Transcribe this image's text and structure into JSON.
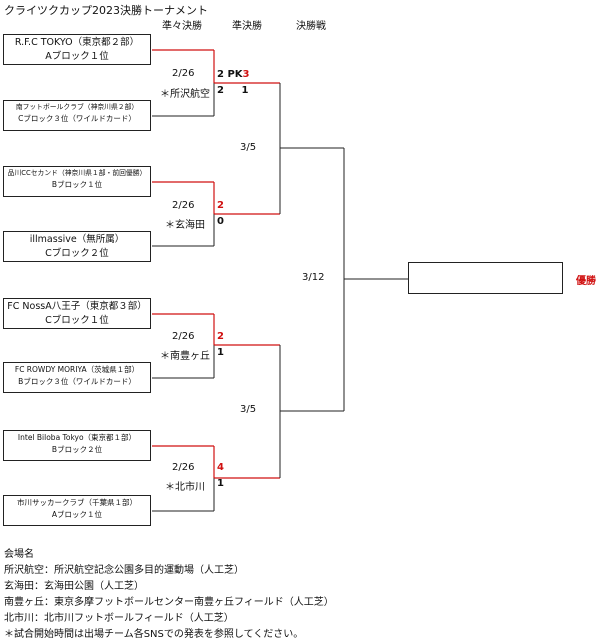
{
  "title": "クライツクカップ2023決勝トーナメント",
  "round_headers": {
    "quarter": "準々決勝",
    "semi": "準決勝",
    "final": "決勝戦"
  },
  "teams": [
    {
      "name": "R.F.C TOKYO（東京都２部）",
      "block": "Aブロック１位"
    },
    {
      "name": "南フットボールクラブ（神奈川県２部）",
      "block": "Cブロック３位（ワイルドカード）"
    },
    {
      "name": "品川CCセカンド（神奈川県１部・前回優勝）",
      "block": "Bブロック１位"
    },
    {
      "name": "illmassive（無所属）",
      "block": "Cブロック２位"
    },
    {
      "name": "FC NossA八王子（東京都３部）",
      "block": "Cブロック１位"
    },
    {
      "name": "FC ROWDY MORIYA（茨城県１部）",
      "block": "Bブロック３位（ワイルドカード）"
    },
    {
      "name": "Intel Biloba Tokyo（東京都１部）",
      "block": "Bブロック２位"
    },
    {
      "name": "市川サッカークラブ（千葉県１部）",
      "block": "Aブロック１位"
    }
  ],
  "quarterfinals": [
    {
      "date": "2/26",
      "venue": "＊所沢航空",
      "top_score": "2",
      "top_pk_label": "PK",
      "top_pk": "3",
      "bottom_score": "2",
      "bottom_pk": "1",
      "winner": "top"
    },
    {
      "date": "2/26",
      "venue": "＊玄海田",
      "top_score": "2",
      "bottom_score": "0",
      "winner": "top"
    },
    {
      "date": "2/26",
      "venue": "＊南豊ヶ丘",
      "top_score": "2",
      "bottom_score": "1",
      "winner": "top"
    },
    {
      "date": "2/26",
      "venue": "＊北市川",
      "top_score": "4",
      "bottom_score": "1",
      "winner": "top"
    }
  ],
  "semifinals": [
    {
      "date": "3/5"
    },
    {
      "date": "3/5"
    }
  ],
  "final": {
    "date": "3/12",
    "champion_label": "優勝",
    "champion": ""
  },
  "footer": {
    "heading": "会場名",
    "lines": [
      "所沢航空：所沢航空記念公園多目的運動場（人工芝）",
      "玄海田：玄海田公園（人工芝）",
      "南豊ヶ丘：東京多摩フットボールセンター南豊ヶ丘フィールド（人工芝）",
      "北市川：北市川フットボールフィールド（人工芝）",
      "＊試合開始時間は出場チーム各SNSでの発表を参照してください。"
    ]
  },
  "colors": {
    "winner_line": "#d01010",
    "line": "#222222",
    "text": "#111111"
  }
}
